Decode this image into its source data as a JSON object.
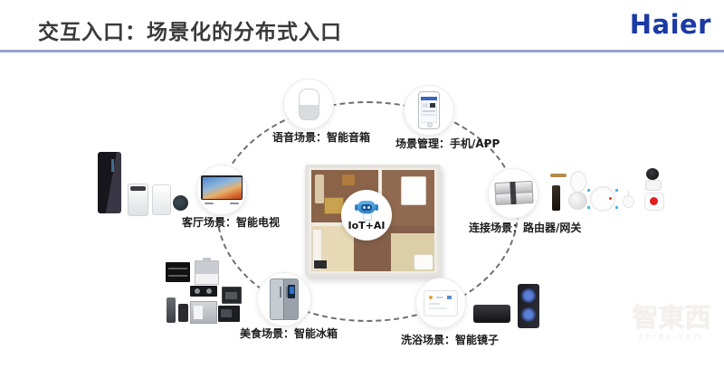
{
  "header": {
    "title": "交互入口：场景化的分布式入口",
    "logo": "Haier"
  },
  "center": {
    "label": "IoT+AI"
  },
  "nodes": {
    "speaker": {
      "label": "语音场景：智能音箱"
    },
    "phone": {
      "label": "场景管理：手机/APP"
    },
    "tv": {
      "label": "客厅场景：智能电视"
    },
    "router": {
      "label": "连接场景：路由器/网关"
    },
    "fridge": {
      "label": "美食场景：智能冰箱"
    },
    "mirror": {
      "label": "洗浴场景：智能镜子"
    }
  },
  "watermark": {
    "name": "智東西",
    "site": "zhidx.com"
  },
  "colors": {
    "logo_blue": "#1b3aa4",
    "divider": "#93a3cb",
    "dash": "#6e6e6e",
    "floor_brown": "#8a6349",
    "floor_beige": "#e8d9b6"
  }
}
